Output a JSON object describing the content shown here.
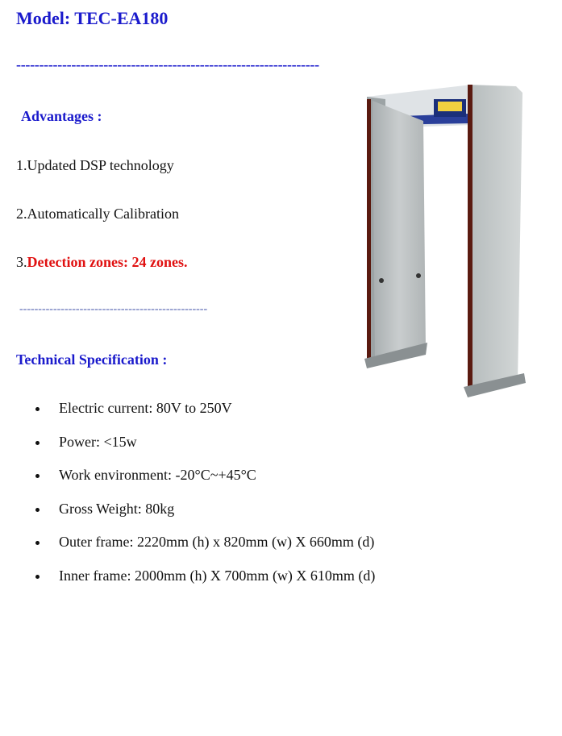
{
  "title": "Model: TEC-EA180",
  "separator1": "------------------------------------------------------------------",
  "advantages": {
    "heading": "Advantages :",
    "items": [
      {
        "num": "1.",
        "text": "Updated DSP technology"
      },
      {
        "num": "2.",
        "text": "Automatically Calibration"
      },
      {
        "num": "3.",
        "text": "Detection zones: 24 zones."
      }
    ]
  },
  "separator2": "--------------------------------------------------",
  "spec": {
    "heading": "Technical Specification :",
    "items": [
      "Electric current: 80V to 250V",
      "Power: <15w",
      "Work environment: -20°C~+45°C",
      "Gross Weight: 80kg",
      "Outer frame: 2220mm (h) x 820mm (w) X 660mm (d)",
      "Inner frame: 2000mm (h) X 700mm (w) X 610mm (d)"
    ]
  },
  "colors": {
    "heading": "#1a1acc",
    "highlight": "#e01010"
  }
}
